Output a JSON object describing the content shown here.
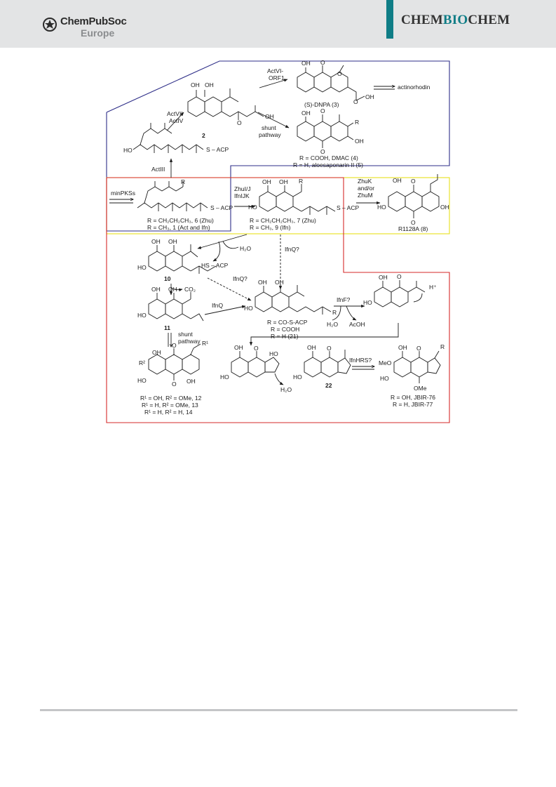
{
  "header": {
    "publisher_main": "ChemPubSoc",
    "publisher_sub": "Europe",
    "journal_pre": "CHEM",
    "journal_mid": "BIO",
    "journal_post": "CHEM",
    "accent_color": "#0f7d86"
  },
  "scheme": {
    "box_colors": {
      "blue": "#2e2e88",
      "yellow": "#e6df1b",
      "red": "#d62a2a"
    },
    "enzymes": {
      "actVI": "ActVI-",
      "orf1": "ORF1",
      "actVII": "ActVII",
      "actIV": "ActIV",
      "actIII": "ActIII",
      "shunt1": "shunt",
      "shunt1b": "pathway",
      "minPKS": "minPKSs",
      "zhuIJ": "ZhuI/J",
      "ifnIJK": "IfnIJK",
      "zhuK": "ZhuK",
      "andor": "and/or",
      "zhuM": "ZhuM",
      "ifnQq1": "IfnQ?",
      "ifnQq2": "IfnQ?",
      "ifnQ": "IfnQ",
      "ifnF": "IfnF?",
      "ifnHRS": "IfnHRS?",
      "shunt2": "shunt",
      "shunt2b": "pathway"
    },
    "products": {
      "actinorhodin": "actinorhodin",
      "dnpa": "(S)-DNPA (3)",
      "dmac": "R = COOH, DMAC (4)",
      "aloe": "R = H, aloesaponarin II (5)",
      "r1128a": "R1128A (8)",
      "jbir76": "R = OH, JBIR-76",
      "jbir77": "R = H, JBIR-77"
    },
    "compounds": {
      "c2": "2",
      "c6": "R = CH₂CH₂CH₃, 6 (Zhu)",
      "c1": "R = CH₃, 1 (Act and Ifn)",
      "c7": "R = CH₂CH₂CH₃, 7 (Zhu)",
      "c9": "R = CH₃, 9 (Ifn)",
      "c10": "10",
      "c11": "11",
      "c21a": "R = CO-S-ACP",
      "c21b": "R = COOH",
      "c21c": "R = H (21)",
      "c22": "22",
      "c12": "R¹ = OH, R² = OMe, 12",
      "c13": "R¹ = H, R² = OMe, 13",
      "c14": "R¹ = H, R² = H, 14"
    },
    "misc": {
      "h2o_1": "H₂O",
      "hs_acp": "HS – ACP",
      "co2": "CO₂",
      "h2o_2": "H₂O",
      "acoh": "AcOH",
      "hplus": "H⁺",
      "h2o_3": "H₂O",
      "s_acp": "S – ACP",
      "ho": "HO",
      "oh": "OH",
      "o": "O",
      "r": "R",
      "r1": "R¹",
      "r2": "R²",
      "meo": "MeO",
      "ome": "OMe"
    }
  }
}
